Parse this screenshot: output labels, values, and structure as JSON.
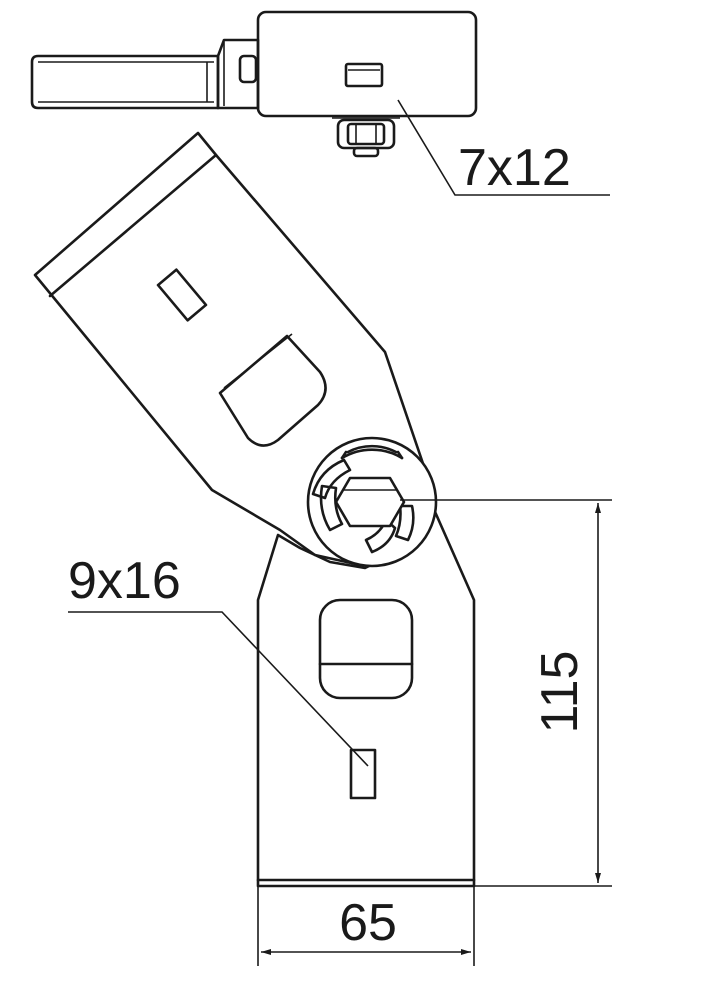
{
  "drawing": {
    "callouts": {
      "top_slot": "7x12",
      "lower_slot": "9x16"
    },
    "dimensions": {
      "width": "65",
      "height": "115"
    }
  }
}
